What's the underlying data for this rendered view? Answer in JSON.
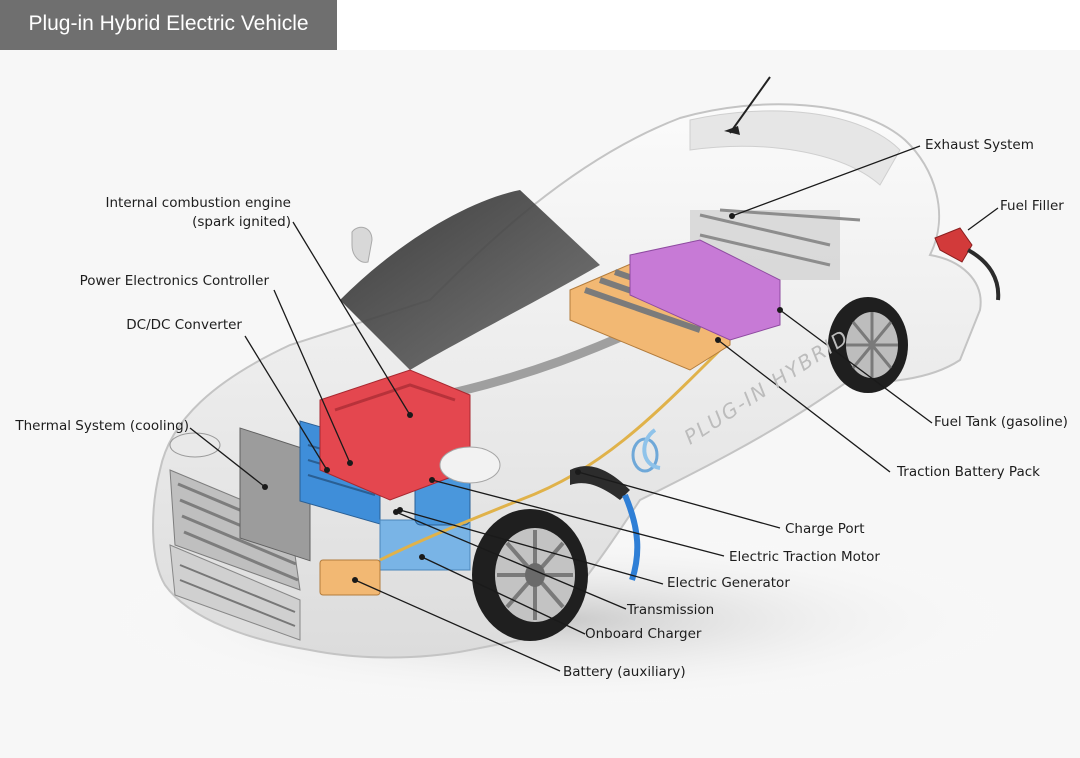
{
  "title": "Plug-in Hybrid Electric Vehicle",
  "car_badge_text": "PLUG-IN HYBRID",
  "colors": {
    "title_bar": "#6f6f6f",
    "engine": "#e4474f",
    "battery_pack": "#f2b873",
    "fuel_tank": "#c77ad6",
    "electronics": "#3f8ed9",
    "charge_cable": "#2f7fd6"
  },
  "labels": {
    "ice_line1": "Internal combustion engine",
    "ice_line2": "(spark ignited)",
    "power_electronics": "Power Electronics Controller",
    "dcdc": "DC/DC Converter",
    "thermal": "Thermal System (cooling)",
    "exhaust": "Exhaust System",
    "fuel_filler": "Fuel Filler",
    "fuel_tank": "Fuel Tank (gasoline)",
    "traction_battery": "Traction Battery Pack",
    "charge_port": "Charge Port",
    "traction_motor": "Electric Traction Motor",
    "generator": "Electric Generator",
    "transmission": "Transmission",
    "onboard_charger": "Onboard Charger",
    "battery_aux": "Battery (auxiliary)"
  }
}
